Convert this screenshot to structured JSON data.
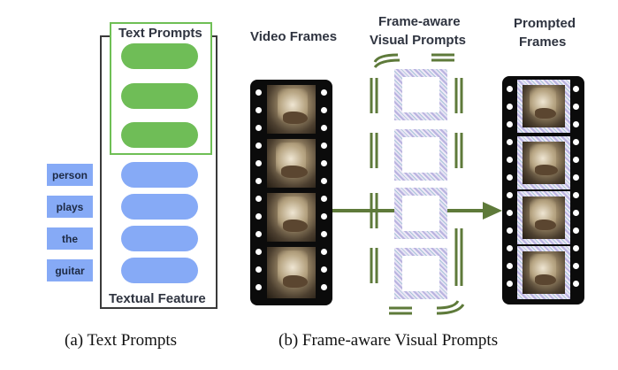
{
  "panel_a": {
    "header": "Text Prompts",
    "footer": "Textual Feature",
    "words": [
      "person",
      "plays",
      "the",
      "guitar"
    ],
    "caption": "(a) Text Prompts",
    "colors": {
      "text_prompt": "#6fbd57",
      "textual_feature": "#86aaf6",
      "prompt_border": "#6fbf55"
    }
  },
  "panel_b": {
    "video_frames_label": "Video Frames",
    "visual_prompts_label_1": "Frame-aware",
    "visual_prompts_label_2": "Visual Prompts",
    "prompted_frames_label_1": "Prompted",
    "prompted_frames_label_2": "Frames",
    "caption": "(b) Frame-aware Visual Prompts",
    "colors": {
      "arrow": "#5e7a3a"
    }
  }
}
